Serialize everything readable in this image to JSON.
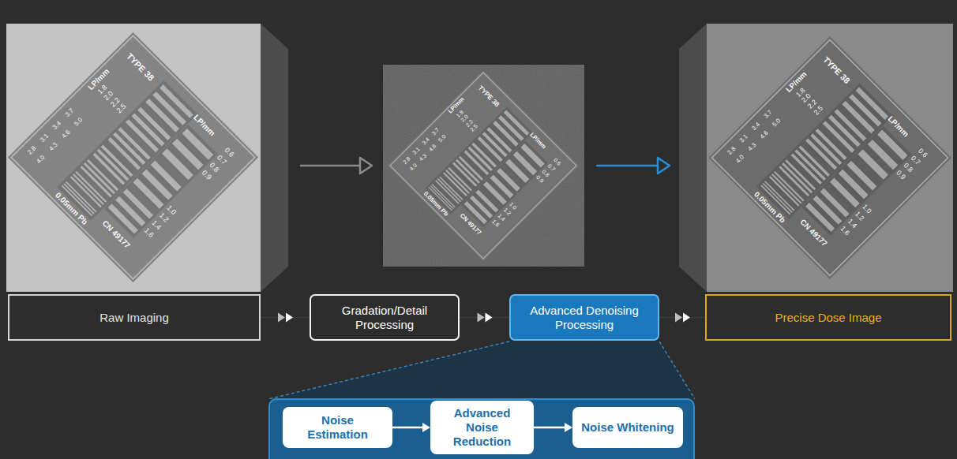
{
  "diagram": {
    "nodes": [
      {
        "text": [
          "Raw Imaging"
        ]
      },
      {
        "text": [
          "Gradation/Detail Processing"
        ]
      },
      {
        "text": [
          "Advanced Denoising Processing"
        ]
      },
      {
        "text": [
          "Precise Dose Image"
        ]
      },
      {
        "text": [
          "Noise Estimation"
        ]
      },
      {
        "text": [
          "Advanced Noise Reduction"
        ]
      },
      {
        "text": [
          "Noise Whitening"
        ]
      }
    ],
    "edges": [
      {
        "from": 0,
        "to": 1,
        "arrow": "to"
      },
      {
        "from": 1,
        "to": 2,
        "arrow": "to"
      },
      {
        "from": 2,
        "to": 3,
        "arrow": "to"
      },
      {
        "from": 4,
        "to": 5,
        "arrow": "to"
      },
      {
        "from": 5,
        "to": 6,
        "arrow": "to"
      }
    ],
    "labels": [
      "LP/mm",
      "1.8",
      "2.0",
      "2.2",
      "2.5",
      "2.8",
      "3.1",
      "3.4",
      "3.7",
      "4.0",
      "4.3",
      "4.6",
      "5.0",
      "TYPE 38",
      "LP/mm",
      "0.6",
      "0.7",
      "0.8",
      "0.9",
      "1.0",
      "1.2",
      "1.4",
      "1.6",
      "0.05mm Pb",
      "CN 49177",
      "LP/mm",
      "1.8",
      "2.0",
      "2.2",
      "2.5",
      "2.8",
      "3.1",
      "3.4",
      "3.7",
      "4.0",
      "4.3",
      "4.6",
      "5.0",
      "TYPE 38",
      "LP/mm",
      "0.6",
      "0.7",
      "0.8",
      "0.9",
      "1.0",
      "1.2",
      "1.4",
      "1.6",
      "0.05mm Pb",
      "CN 49177",
      "LP/mm",
      "1.8",
      "2.0",
      "2.2",
      "2.5",
      "2.8",
      "3.1",
      "3.4",
      "3.7",
      "4.0",
      "4.3",
      "4.6",
      "5.0",
      "TYPE 38",
      "LP/mm",
      "0.6",
      "0.7",
      "0.8",
      "0.9",
      "1.0",
      "1.2",
      "1.4",
      "1.6",
      "0.05mm Pb",
      "CN 49177"
    ]
  }
}
